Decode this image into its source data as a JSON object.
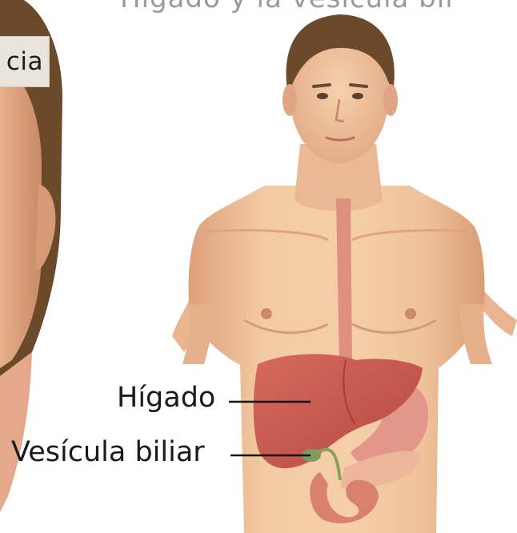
{
  "header": {
    "title": "Hígado y la vesícula bil"
  },
  "side_panel": {
    "label": "cia"
  },
  "diagram": {
    "labels": {
      "liver": "Hígado",
      "gallbladder": "Vesícula biliar"
    },
    "colors": {
      "background": "#ffffff",
      "skin": "#f1c7a0",
      "skin_shadow": "#dfa47c",
      "hair": "#6a4a2c",
      "liver": "#c8574e",
      "stomach": "#e29183",
      "pancreas": "#e9b29a",
      "intestine": "#d97c6b",
      "esophagus": "#de8d7e",
      "leader_line": "#111111"
    }
  }
}
